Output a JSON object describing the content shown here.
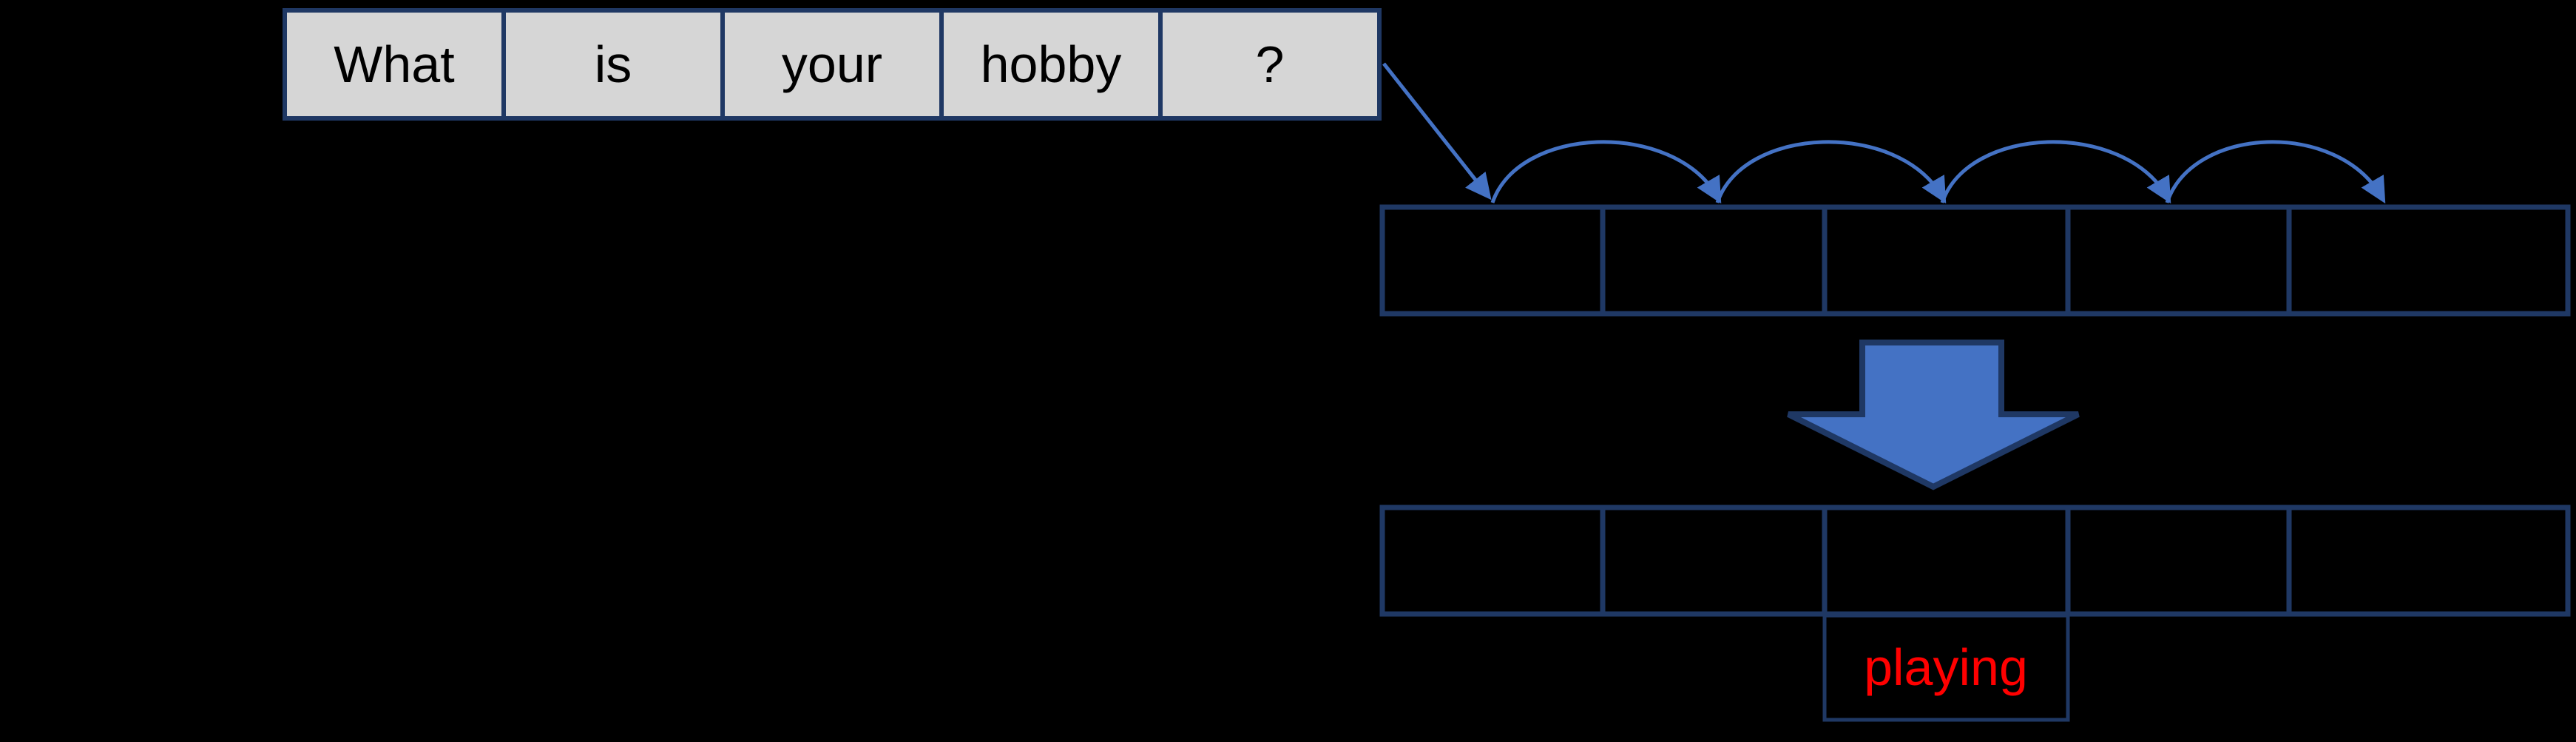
{
  "colors": {
    "background": "#000000",
    "border_navy": "#1F3864",
    "arrow_blue": "#4472C4",
    "cell_gray": "#D6D6D6",
    "text_black": "#000000",
    "highlight_red": "#FF0000"
  },
  "question_row": {
    "cell_count": 5,
    "words": [
      "What",
      "is",
      "your",
      "hobby",
      "?"
    ]
  },
  "processing_row": {
    "cell_count": 5,
    "cells": [
      "",
      "",
      "",
      "",
      ""
    ]
  },
  "output_row": {
    "cell_count": 5,
    "cells": [
      "",
      "",
      "",
      "",
      ""
    ]
  },
  "prediction": {
    "word": "playing"
  },
  "icons": {
    "flow_arrow": "diagonal-arrow",
    "hop_arc": "curved-hop-arrow",
    "big_arrow": "block-down-arrow"
  }
}
